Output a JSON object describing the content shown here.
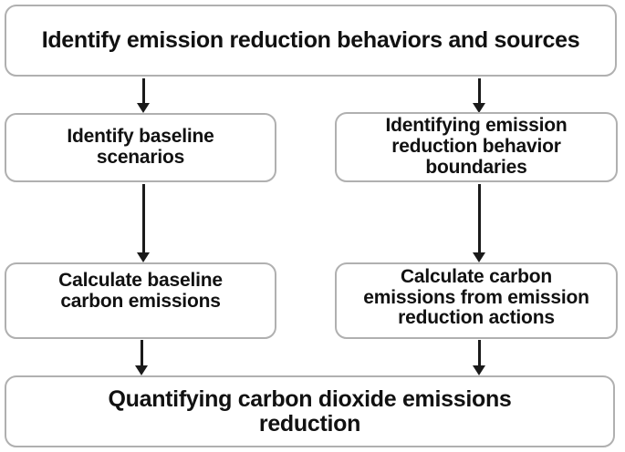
{
  "colors": {
    "background": "#ffffff",
    "node_border": "#b0b0b0",
    "node_fill": "#ffffff",
    "text": "#111111",
    "arrow": "#1a1a1a"
  },
  "nodes": {
    "top": {
      "label": "Identify emission reduction behaviors and sources"
    },
    "left2": {
      "label": "Identify baseline\nscenarios"
    },
    "right2": {
      "label": "Identifying emission\nreduction behavior\nboundaries"
    },
    "left3": {
      "label": "Calculate baseline\ncarbon emissions"
    },
    "right3": {
      "label": "Calculate carbon\nemissions from emission\nreduction actions"
    },
    "bottom": {
      "label": "Quantifying carbon dioxide emissions\nreduction"
    }
  },
  "edges": [
    {
      "from": "Identify emission reduction behaviors and sources",
      "to": "Identify baseline scenarios"
    },
    {
      "from": "Identify emission reduction behaviors and sources",
      "to": "Identifying emission reduction behavior boundaries"
    },
    {
      "from": "Identify baseline scenarios",
      "to": "Calculate baseline carbon emissions"
    },
    {
      "from": "Identifying emission reduction behavior boundaries",
      "to": "Calculate carbon emissions from emission reduction actions"
    },
    {
      "from": "Calculate baseline carbon emissions",
      "to": "Quantifying carbon dioxide emissions reduction"
    },
    {
      "from": "Calculate carbon emissions from emission reduction actions",
      "to": "Quantifying carbon dioxide emissions reduction"
    }
  ]
}
